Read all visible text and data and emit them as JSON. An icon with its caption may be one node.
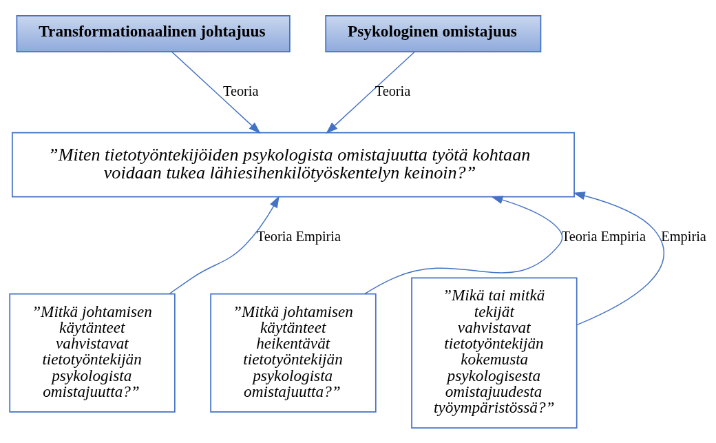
{
  "diagram": {
    "nodes": [
      {
        "text": [
          "Transformationaalinen johtajuus"
        ]
      },
      {
        "text": [
          "Psykologinen omistajuus"
        ]
      },
      {
        "text": [
          "”Miten tietotyöntekijöiden psykologista omistajuutta työtä kohtaan voidaan tukea lähiesihenkilötyöskentelyn keinoin?”"
        ]
      },
      {
        "text": [
          "”Mitkä johtamisen käytänteet vahvistavat tietotyöntekijän psykologista omistajuutta?”"
        ]
      },
      {
        "text": [
          "”Mitkä johtamisen käytänteet heikentävät tietotyöntekijän psykologista omistajuutta?”"
        ]
      },
      {
        "text": [
          "”Mikä tai mitkä tekijät vahvistavat tietotyöntekijän kokemusta psykologisesta omistajuudesta työympäristössä?”"
        ]
      }
    ],
    "edges": [
      {
        "from": 0,
        "to": 2,
        "arrow": "to",
        "label": "Teoria"
      },
      {
        "from": 1,
        "to": 2,
        "arrow": "to",
        "label": "Teoria"
      },
      {
        "from": 3,
        "to": 2,
        "arrow": "to",
        "label": "Teoria Empiria"
      },
      {
        "from": 4,
        "to": 2,
        "arrow": "to",
        "label": "Teoria Empiria"
      },
      {
        "from": 5,
        "to": 2,
        "arrow": "to",
        "label": "Empiria"
      }
    ]
  }
}
